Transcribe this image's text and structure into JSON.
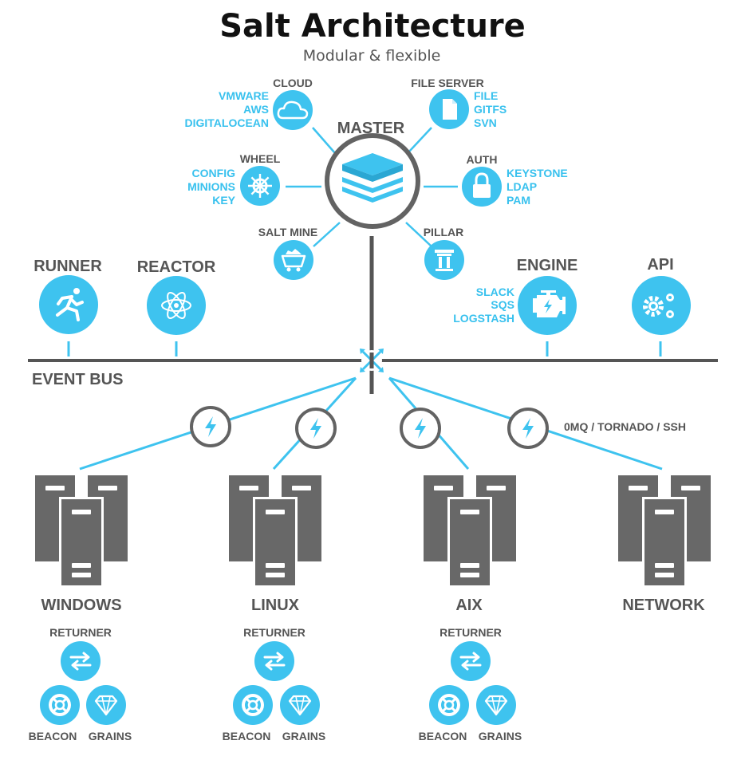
{
  "header": {
    "title": "Salt Architecture",
    "subtitle": "Modular & flexible"
  },
  "colors": {
    "accent": "#3ec3ef",
    "gray": "#555555",
    "server_gray": "#686868",
    "line_blue": "#3ec3ef"
  },
  "master": {
    "label": "MASTER",
    "icon": "server-stack-icon"
  },
  "modules": {
    "cloud": {
      "label": "CLOUD",
      "icon": "cloud-icon",
      "items": [
        "VMWARE",
        "AWS",
        "DIGITALOCEAN"
      ]
    },
    "file_server": {
      "label": "FILE SERVER",
      "icon": "file-icon",
      "items": [
        "FILE",
        "GITFS",
        "SVN"
      ]
    },
    "wheel": {
      "label": "WHEEL",
      "icon": "ship-wheel-icon",
      "items": [
        "CONFIG",
        "MINIONS",
        "KEY"
      ]
    },
    "auth": {
      "label": "AUTH",
      "icon": "lock-icon",
      "items": [
        "KEYSTONE",
        "LDAP",
        "PAM"
      ]
    },
    "salt_mine": {
      "label": "SALT MINE",
      "icon": "mine-cart-icon"
    },
    "pillar": {
      "label": "PILLAR",
      "icon": "pillar-icon"
    }
  },
  "bus_modules": {
    "runner": {
      "label": "RUNNER",
      "icon": "runner-icon"
    },
    "reactor": {
      "label": "REACTOR",
      "icon": "atom-icon"
    },
    "engine": {
      "label": "ENGINE",
      "icon": "engine-icon",
      "items": [
        "SLACK",
        "SQS",
        "LOGSTASH"
      ]
    },
    "api": {
      "label": "API",
      "icon": "gears-icon"
    }
  },
  "event_bus": {
    "label": "EVENT BUS",
    "transport_label": "0MQ / TORNADO / SSH",
    "transport_icon": "lightning-icon"
  },
  "minions": [
    {
      "label": "WINDOWS",
      "returner": "RETURNER",
      "beacon": "BEACON",
      "grains": "GRAINS"
    },
    {
      "label": "LINUX",
      "returner": "RETURNER",
      "beacon": "BEACON",
      "grains": "GRAINS"
    },
    {
      "label": "AIX",
      "returner": "RETURNER",
      "beacon": "BEACON",
      "grains": "GRAINS"
    },
    {
      "label": "NETWORK"
    }
  ]
}
